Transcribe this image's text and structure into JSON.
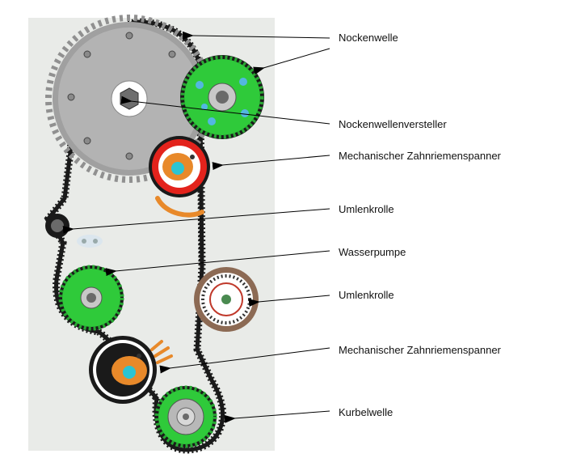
{
  "colors": {
    "panel": "#e9ebe8",
    "belt": "#1a1a1a",
    "cam_gear": "#b3b3b3",
    "green_gear": "#2fca3a",
    "tensioner_red": "#e3231c",
    "tensioner_orange": "#e8892a",
    "center_cyan": "#2bc4d2",
    "idler_brown": "#8c6a54"
  },
  "labels": [
    {
      "id": "nockenwelle",
      "text": "Nockenwelle"
    },
    {
      "id": "nockenwellenversteller",
      "text": "Nockenwellenversteller"
    },
    {
      "id": "zahnriemenspanner-1",
      "text": "Mechanischer Zahnriemenspanner"
    },
    {
      "id": "umlenkrolle-1",
      "text": "Umlenkrolle"
    },
    {
      "id": "wasserpumpe",
      "text": "Wasserpumpe"
    },
    {
      "id": "umlenkrolle-2",
      "text": "Umlenkrolle"
    },
    {
      "id": "zahnriemenspanner-2",
      "text": "Mechanischer Zahnriemenspanner"
    },
    {
      "id": "kurbelwelle",
      "text": "Kurbelwelle"
    }
  ]
}
